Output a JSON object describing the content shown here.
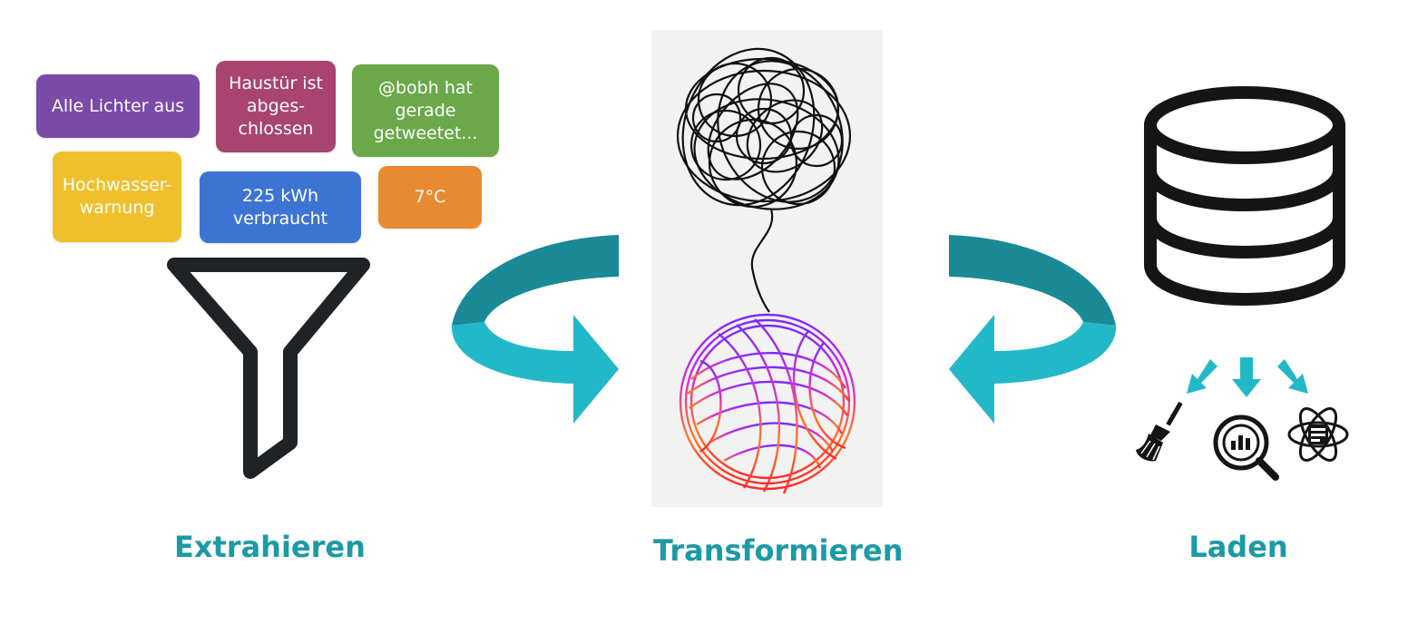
{
  "messages": [
    {
      "text": "Alle Lichter aus",
      "color": "#7a4aa8"
    },
    {
      "text": "Haustür ist\nabges-\nchlossen",
      "color": "#a8446f"
    },
    {
      "text": "@bobh hat\ngerade\ngetweetet...",
      "color": "#6aa84a"
    },
    {
      "text": "Hochwasser-\nwarnung",
      "color": "#f0c02c"
    },
    {
      "text": "225 kWh\nverbraucht",
      "color": "#3d74d4"
    },
    {
      "text": "7°C",
      "color": "#e88a32"
    }
  ],
  "stages": {
    "extract": "Extrahieren",
    "transform": "Transformieren",
    "load": "Laden"
  },
  "icons": {
    "funnel": "funnel-icon",
    "tangle": "tangled-thread-icon",
    "yarn": "yarn-ball-icon",
    "database": "database-icon",
    "broom": "broom-icon",
    "analytics": "magnifier-chart-icon",
    "science": "atom-icon"
  },
  "colors": {
    "accent": "#1c9aa6",
    "arrow": "#22b8c8",
    "arrow_dark": "#1a8a96"
  }
}
